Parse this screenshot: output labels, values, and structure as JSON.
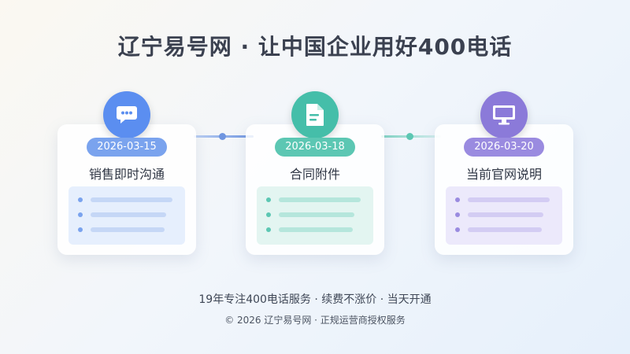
{
  "title": "辽宁易号网 · 让中国企业用好400电话",
  "colors": {
    "blue": "#5b8ef0",
    "teal": "#45bea9",
    "purple": "#8b7ad9"
  },
  "steps": [
    {
      "icon": "chat-bubble-icon",
      "date": "2026-03-15",
      "label": "销售即时沟通"
    },
    {
      "icon": "document-icon",
      "date": "2026-03-18",
      "label": "合同附件"
    },
    {
      "icon": "monitor-icon",
      "date": "2026-03-20",
      "label": "当前官网说明"
    }
  ],
  "footer": {
    "line1": "19年专注400电话服务 · 续费不涨价 · 当天开通",
    "line2": "© 2026 辽宁易号网 · 正规运营商授权服务"
  }
}
